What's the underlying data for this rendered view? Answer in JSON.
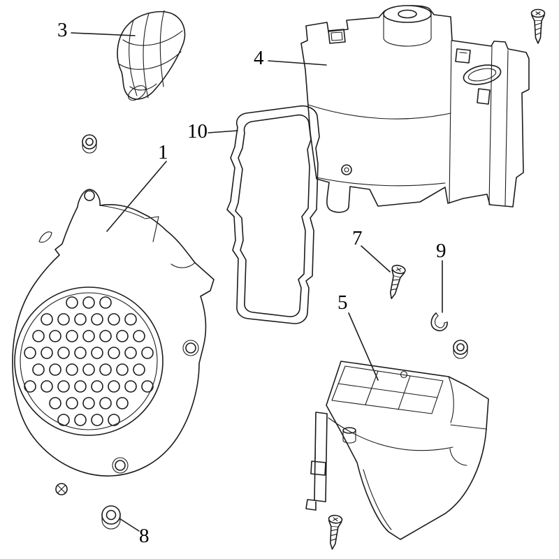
{
  "diagram": {
    "background_color": "#ffffff",
    "line_color": "#1c1c1c",
    "labels": {
      "part1": "1",
      "part3": "3",
      "part4": "4",
      "part5": "5",
      "part7": "7",
      "part8": "8",
      "part9": "9",
      "part10": "10"
    }
  }
}
